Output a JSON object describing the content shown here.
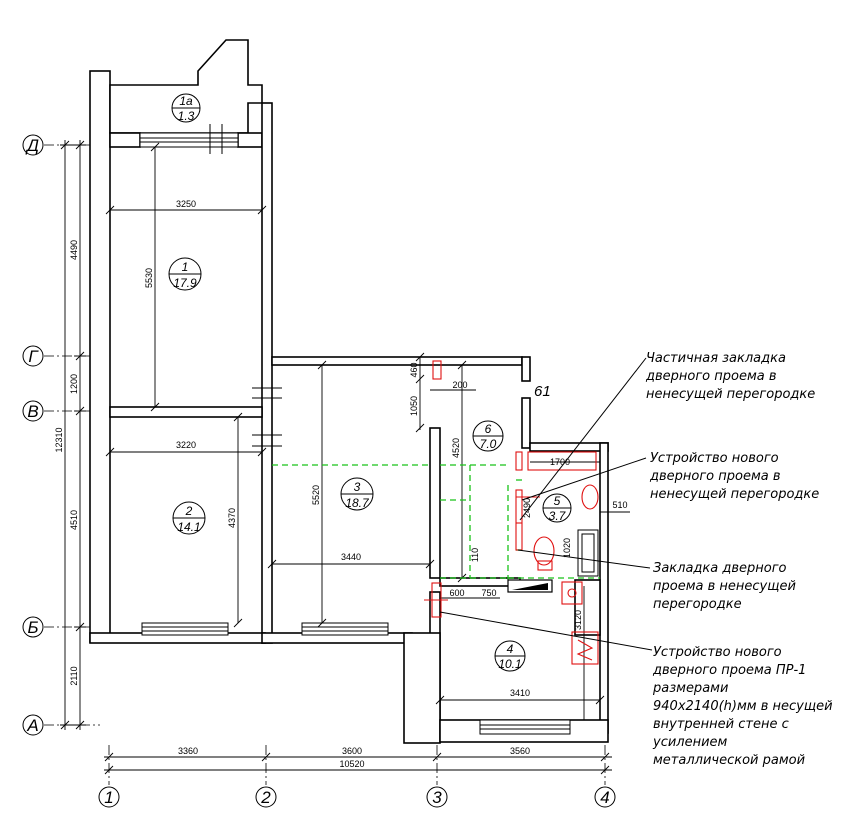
{
  "axes": {
    "horizontal": [
      "Д",
      "Г",
      "В",
      "Б",
      "А"
    ],
    "vertical": [
      "1",
      "2",
      "3",
      "4"
    ]
  },
  "rooms": [
    {
      "num": "1а",
      "area": "1.3"
    },
    {
      "num": "1",
      "area": "17.9"
    },
    {
      "num": "2",
      "area": "14.1"
    },
    {
      "num": "3",
      "area": "18.7"
    },
    {
      "num": "4",
      "area": "10.1"
    },
    {
      "num": "5",
      "area": "3.7"
    },
    {
      "num": "6",
      "area": "7.0"
    }
  ],
  "dimensions": {
    "left_overall": "12310",
    "left_segments": [
      "4490",
      "1200",
      "4510",
      "2110"
    ],
    "bottom_segments": [
      "3360",
      "3600",
      "3560"
    ],
    "bottom_overall": "10520",
    "room1_width": "3250",
    "room1_height": "5530",
    "room2_width": "3220",
    "room2_height": "4370",
    "room3_width": "3440",
    "room3_height": "5520",
    "room6_height": "4520",
    "room4_width": "3410",
    "room4_height": "3120",
    "bath_width": "1700",
    "bath_height": "2490",
    "bath_small": "510",
    "bath_side": "1020",
    "door_460": "460",
    "door_200": "200",
    "door_1050": "1050",
    "door_110": "110",
    "door_600": "600",
    "door_750": "750"
  },
  "label_61": "61",
  "notes": [
    {
      "lines": [
        "Частичная закладка",
        "дверного проема в",
        "ненесущей перегородке"
      ]
    },
    {
      "lines": [
        "Устройство нового",
        "дверного проема в",
        "ненесущей перегородке"
      ]
    },
    {
      "lines": [
        "Закладка дверного",
        "проема в ненесущей",
        "перегородке"
      ]
    },
    {
      "lines": [
        "Устройство нового",
        "дверного проема ПР-1",
        "размерами",
        "940х2140(h)мм в несущей",
        "внутренней стене с",
        "усилением",
        "металлической рамой"
      ]
    }
  ],
  "colors": {
    "new_work": "#e01010",
    "removed": "#19c219",
    "lines": "#000000"
  }
}
